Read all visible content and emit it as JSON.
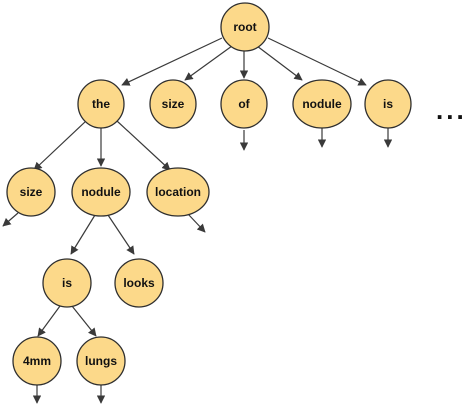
{
  "nodes": {
    "root": "root",
    "the": "the",
    "size": "size",
    "of": "of",
    "nodule": "nodule",
    "is": "is",
    "the_size": "size",
    "the_nodule": "nodule",
    "the_location": "location",
    "nodule_is": "is",
    "nodule_looks": "looks",
    "is_4mm": "4mm",
    "is_lungs": "lungs"
  },
  "continuation": "...",
  "colors": {
    "node_fill": "#fcd98a",
    "node_stroke": "#2f2f2f",
    "edge": "#3a3a3a"
  }
}
